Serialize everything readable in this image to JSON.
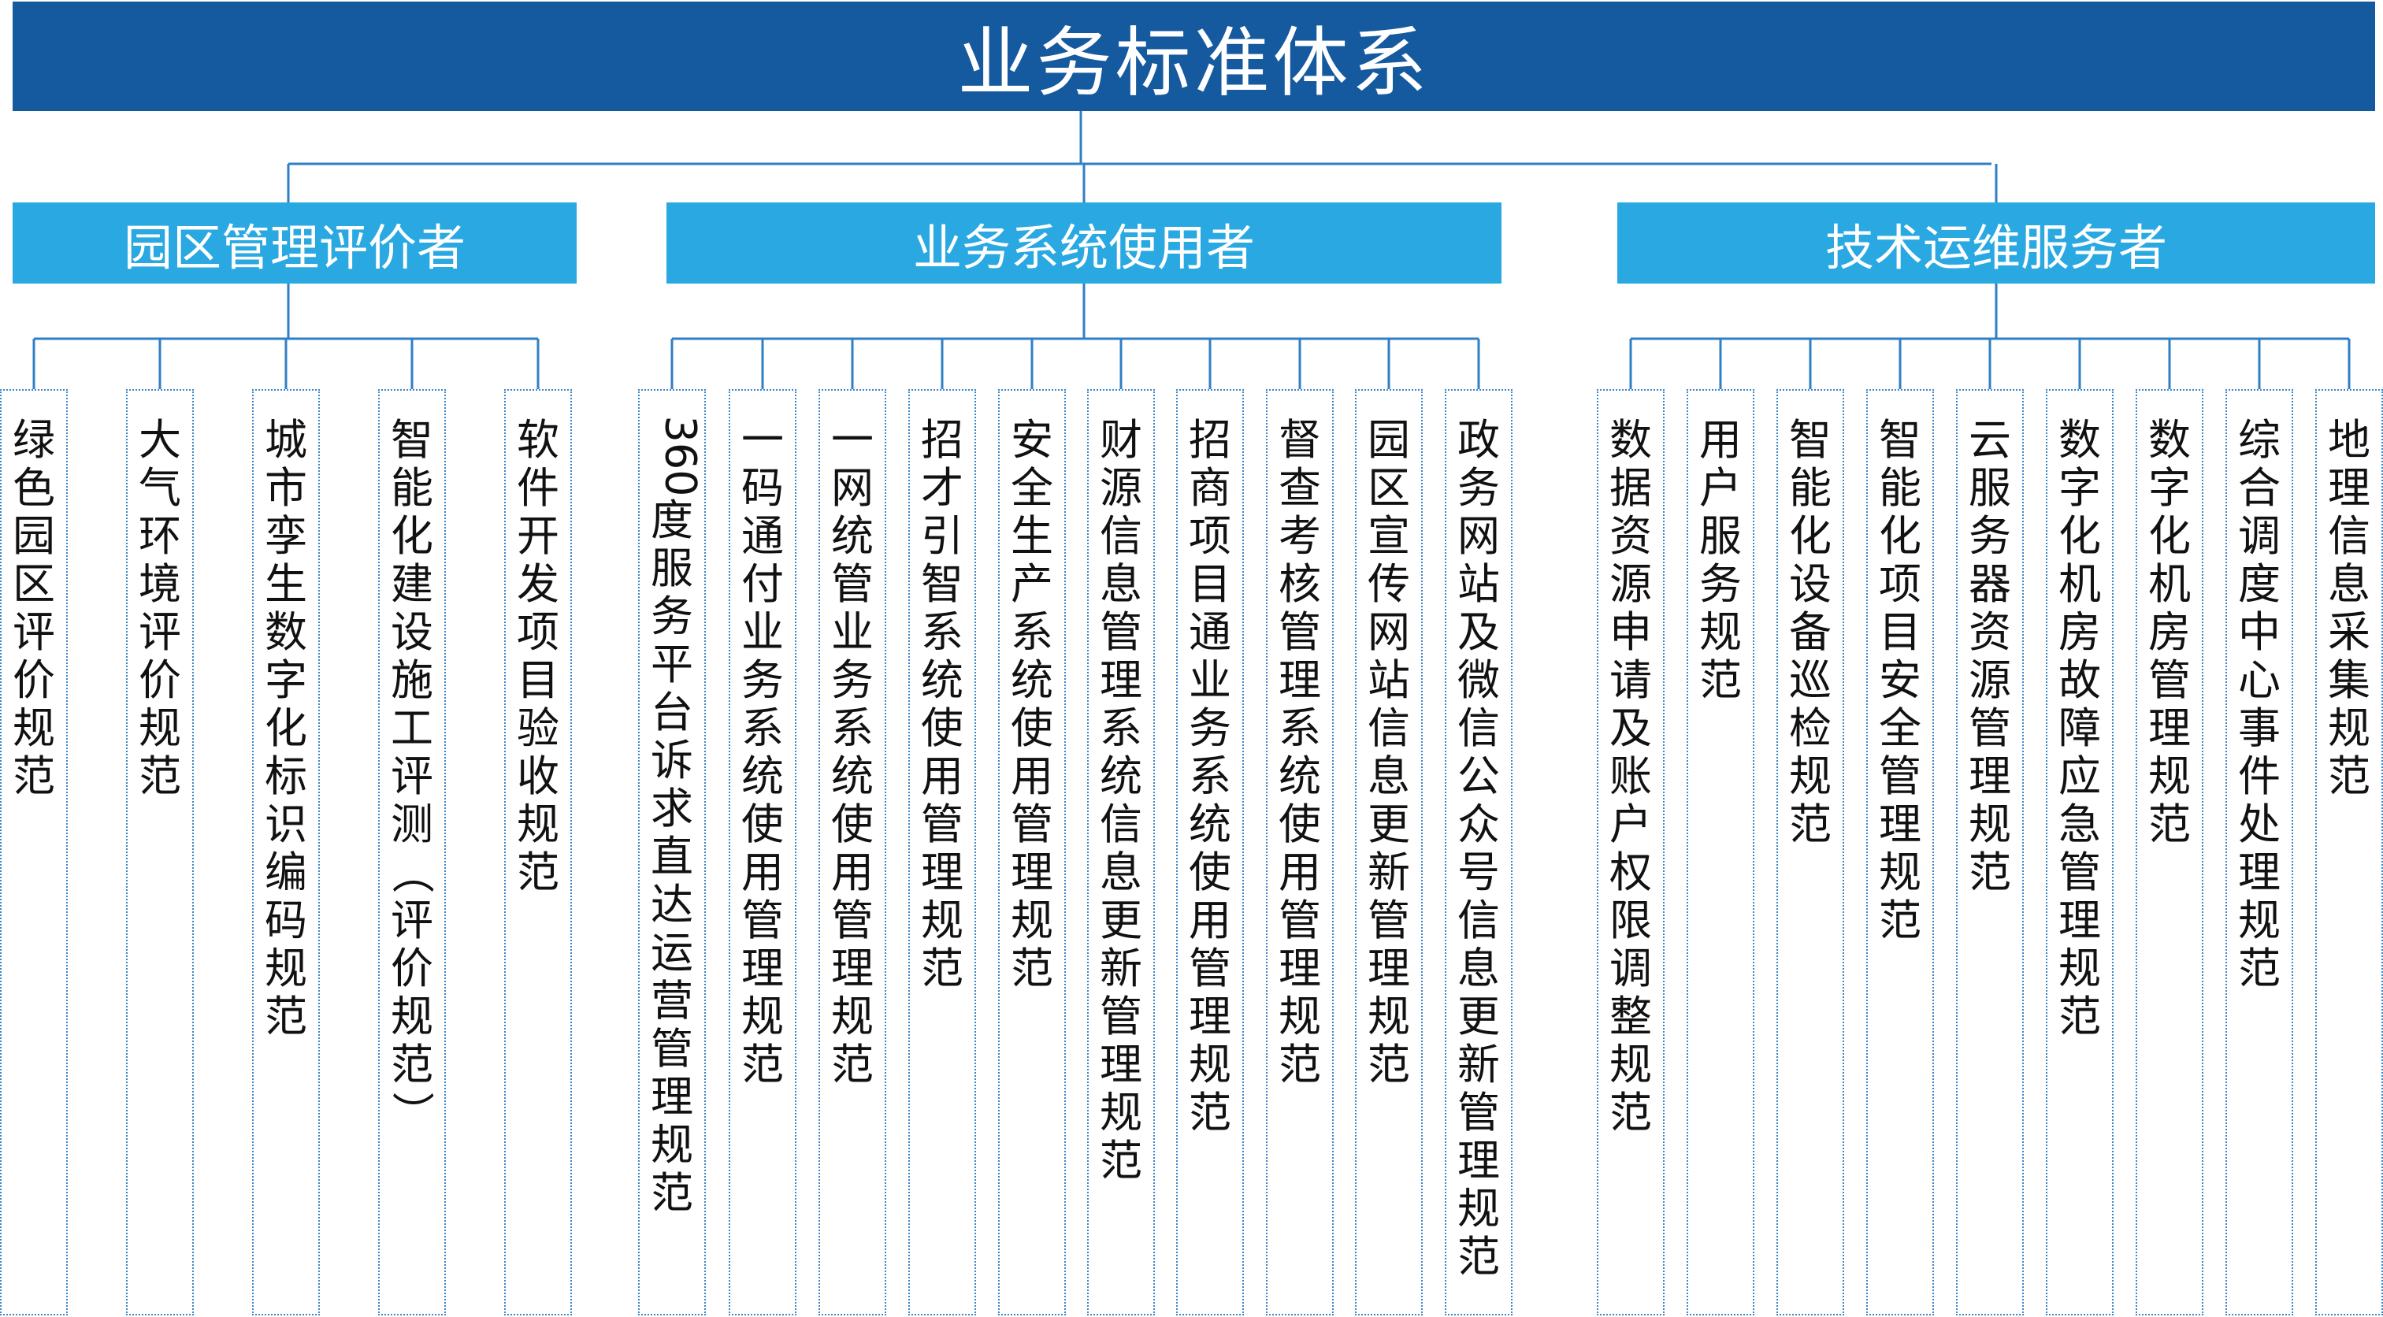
{
  "root": {
    "title": "业务标准体系"
  },
  "groups": [
    {
      "label": "园区管理评价者",
      "items": [
        "绿色园区评价规范",
        "大气环境评价规范",
        "城市孪生数字化标识编码规范",
        "智能化建设施工评测（评价规范）",
        "软件开发项目验收规范"
      ]
    },
    {
      "label": "业务系统使用者",
      "items": [
        "360度服务平台诉求直达运营管理规范",
        "一码通付业务系统使用管理规范",
        "一网统管业务系统使用管理规范",
        "招才引智系统使用管理规范",
        "安全生产系统使用管理规范",
        "财源信息管理系统信息更新管理规范",
        "招商项目通业务系统使用管理规范",
        "督查考核管理系统使用管理规范",
        "园区宣传网站信息更新管理规范",
        "政务网站及微信公众号信息更新管理规范"
      ]
    },
    {
      "label": "技术运维服务者",
      "items": [
        "数据资源申请及账户权限调整规范",
        "用户服务规范",
        "智能化设备巡检规范",
        "智能化项目安全管理规范",
        "云服务器资源管理规范",
        "数字化机房故障应急管理规范",
        "数字化机房管理规范",
        "综合调度中心事件处理规范",
        "地理信息采集规范"
      ]
    }
  ],
  "colors": {
    "root": "#15599e",
    "group": "#29a8e1",
    "line": "#2f7fc4",
    "leaf_border": "#3b86c8"
  }
}
